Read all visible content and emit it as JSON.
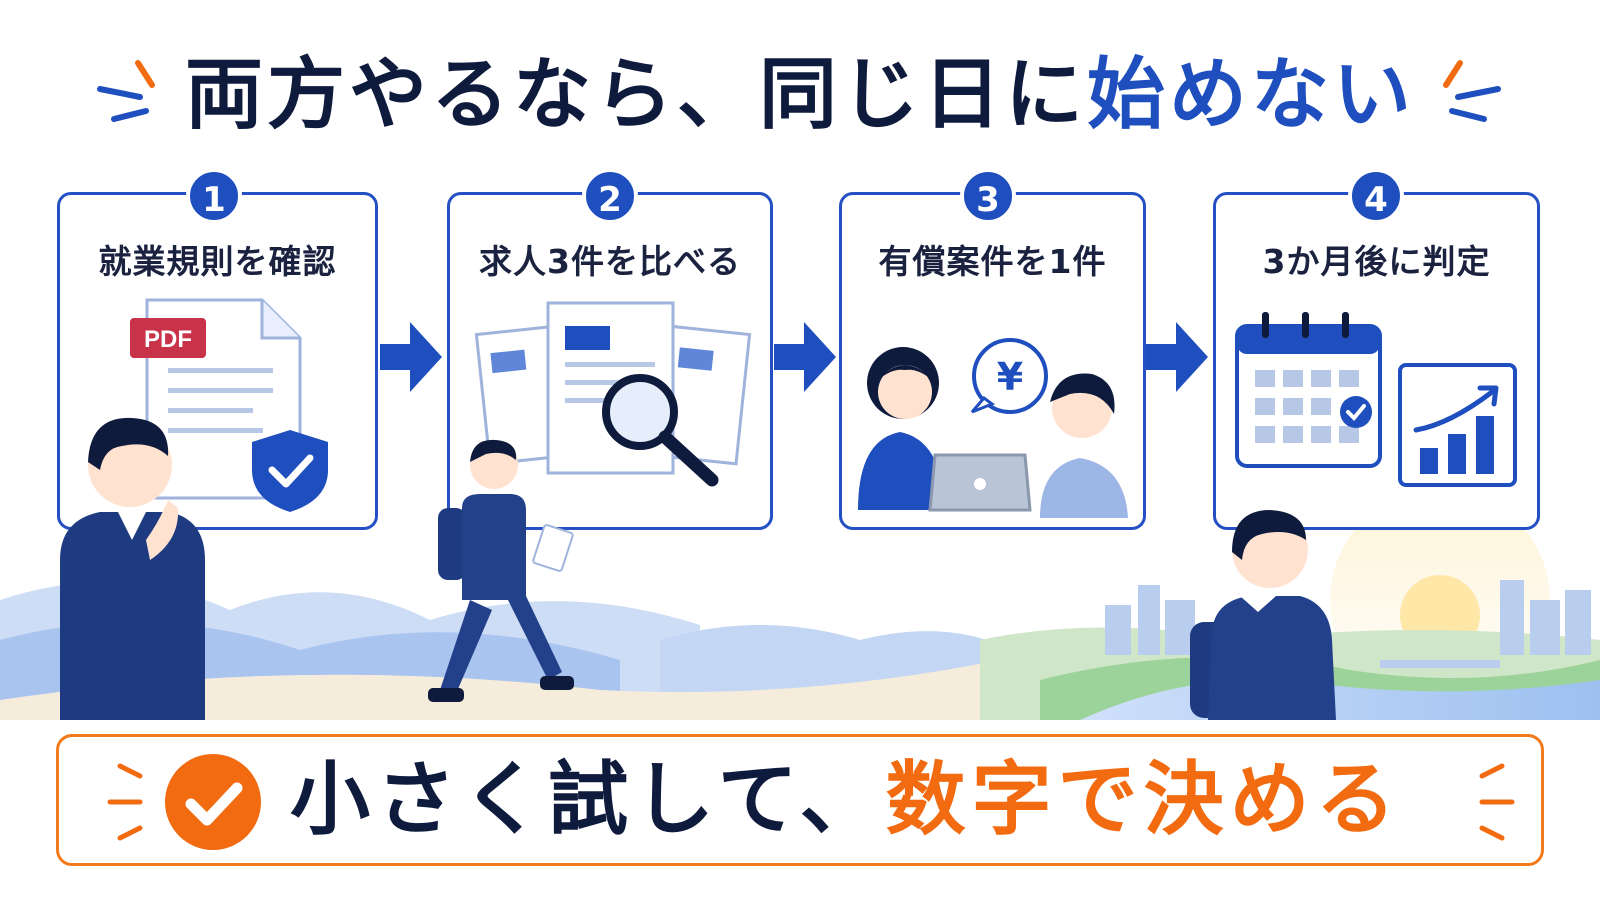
{
  "headline": {
    "text_main": "両方やるなら、同じ日に",
    "text_accent": "始めない"
  },
  "steps": [
    {
      "number": "1",
      "label": "就業規則を確認",
      "icons": [
        "pdf-document-icon",
        "shield-check-icon"
      ]
    },
    {
      "number": "2",
      "label": "求人3件を比べる",
      "icons": [
        "job-listings-icon",
        "magnifier-icon"
      ]
    },
    {
      "number": "3",
      "label": "有償案件を1件",
      "icons": [
        "yen-speech-bubble-icon",
        "laptop-icon"
      ]
    },
    {
      "number": "4",
      "label": "3か月後に判定",
      "icons": [
        "calendar-check-icon",
        "growth-chart-icon"
      ]
    }
  ],
  "pdf_tag": "PDF",
  "yen_symbol": "¥",
  "banner": {
    "text_main": "小さく試して、",
    "text_accent": "数字で決める"
  },
  "colors": {
    "primary_blue": "#1f4fbf",
    "dark_navy": "#0f1b3d",
    "accent_orange": "#f26b10",
    "pdf_red": "#c8334a"
  }
}
